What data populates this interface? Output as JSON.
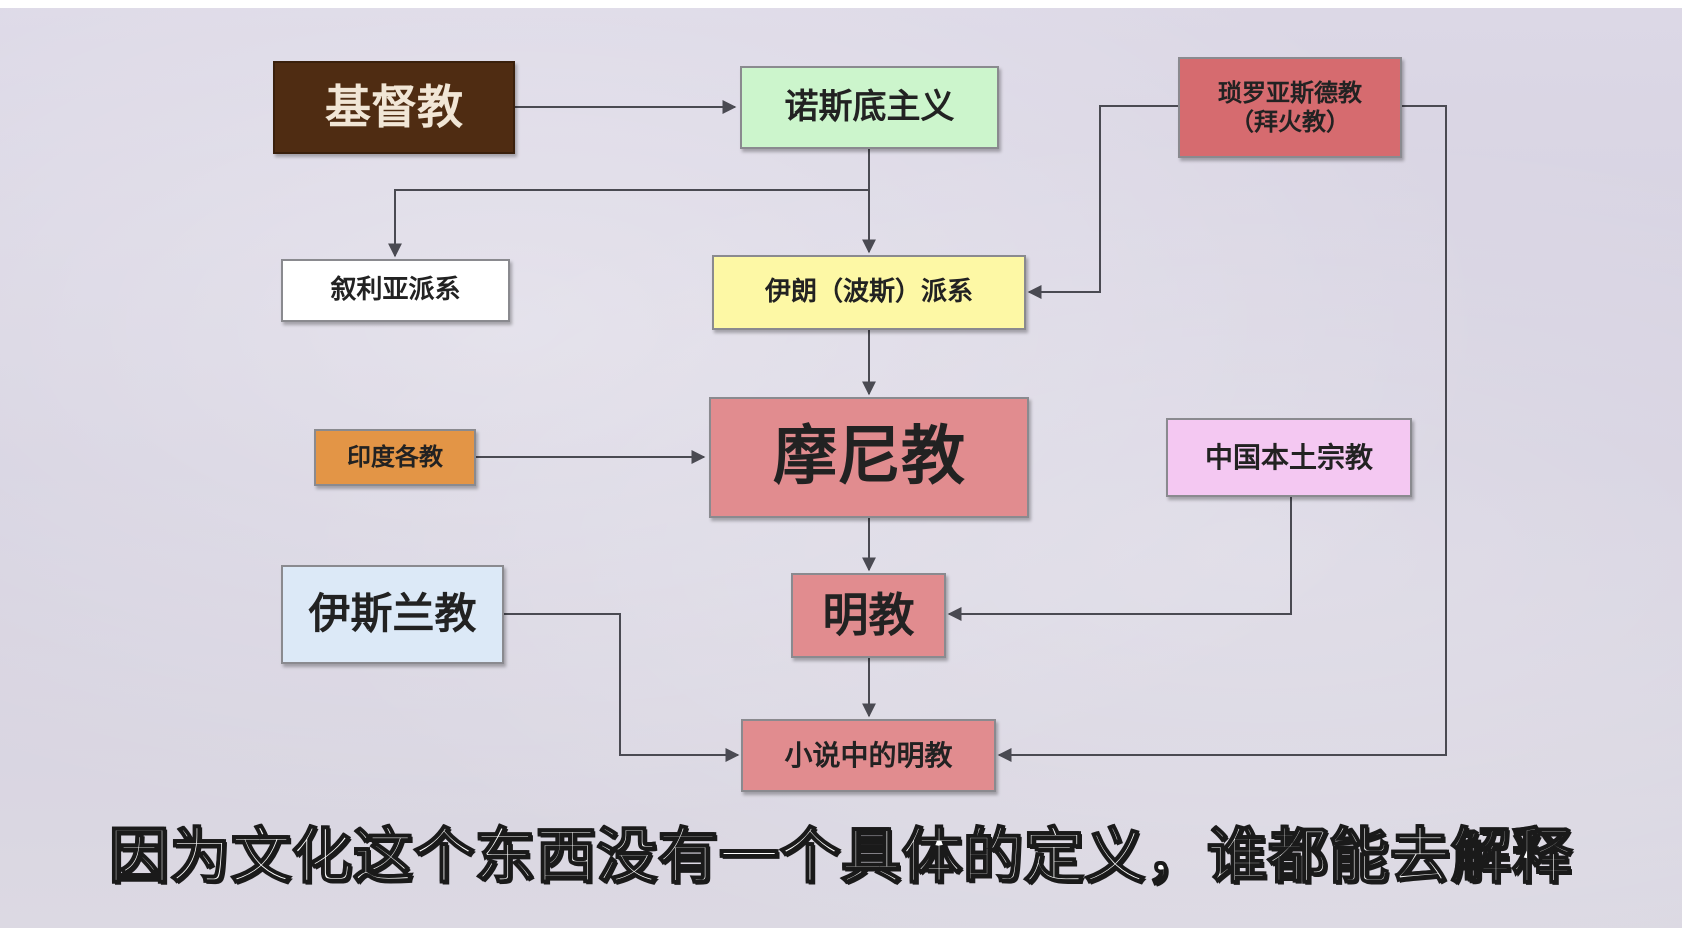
{
  "diagram": {
    "nodes": {
      "christianity": {
        "label": "基督教",
        "fill": "#4f2c12",
        "text_color": "#f1e6d6"
      },
      "nestorianism": {
        "label": "诺斯底主义",
        "fill": "#ccf5cc",
        "text_color": "#2a2a2a"
      },
      "zoroastrianism": {
        "label_line1": "琐罗亚斯德教",
        "label_line2": "（拜火教）",
        "fill": "#d66b6f",
        "text_color": "#2a1a1a"
      },
      "syria_branch": {
        "label": "叙利亚派系",
        "fill": "#ffffff",
        "text_color": "#2a2a2a"
      },
      "iran_branch": {
        "label": "伊朗（波斯）派系",
        "fill": "#fdf8a5",
        "text_color": "#2a2a2a"
      },
      "indian_religions": {
        "label": "印度各教",
        "fill": "#e39546",
        "text_color": "#3a2a1a"
      },
      "manichaeism": {
        "label": "摩尼教",
        "fill": "#e18c8f",
        "text_color": "#2a1a1a"
      },
      "chinese_native": {
        "label": "中国本土宗教",
        "fill": "#f4c8f2",
        "text_color": "#2a2a2a"
      },
      "islam": {
        "label": "伊斯兰教",
        "fill": "#dce9f7",
        "text_color": "#2a2a2a"
      },
      "mingjiao": {
        "label": "明教",
        "fill": "#e18c8f",
        "text_color": "#2a1a1a"
      },
      "novel_mingjiao": {
        "label": "小说中的明教",
        "fill": "#e18c8f",
        "text_color": "#2a1a1a"
      }
    },
    "edge_color": "#4a4a52"
  },
  "caption": {
    "text": "因为文化这个东西没有一个具体的定义，谁都能去解释"
  }
}
